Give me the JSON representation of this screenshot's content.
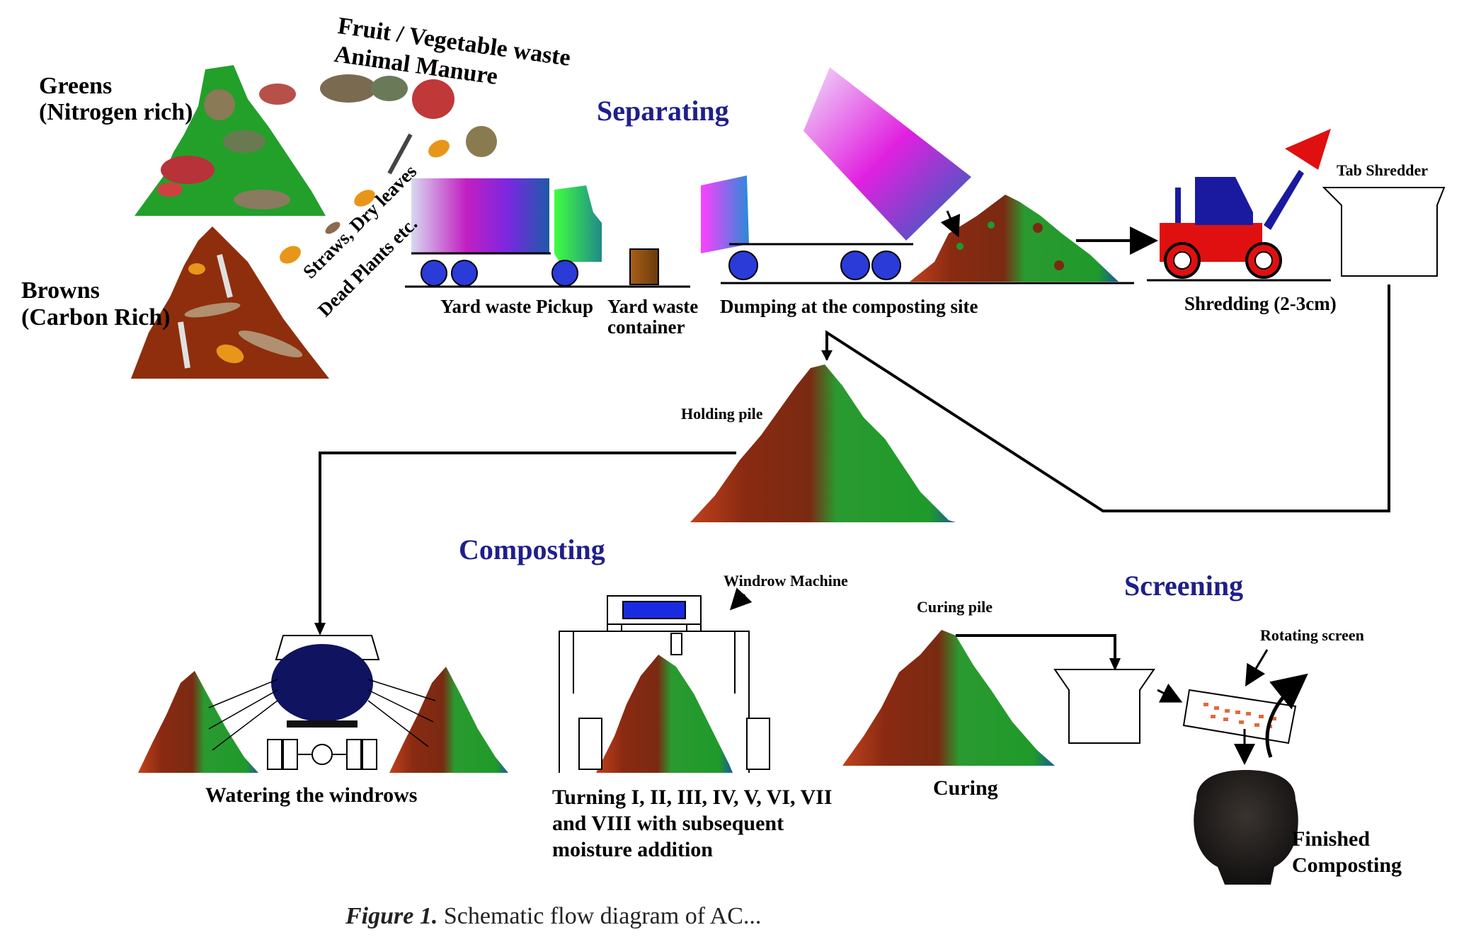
{
  "labels": {
    "greens": "Greens",
    "greens_sub": "(Nitrogen rich)",
    "fruit": "Fruit / Vegetable waste",
    "manure": "Animal Manure",
    "browns": "Browns",
    "browns_sub": "(Carbon Rich)",
    "straws": "Straws, Dry leaves",
    "dead_plants": "Dead Plants etc.",
    "separating": "Separating",
    "yard_pickup": "Yard waste Pickup",
    "yard_container_1": "Yard waste",
    "yard_container_2": "container",
    "dumping": "Dumping at the composting site",
    "tab_shredder": "Tab Shredder",
    "shredding": "Shredding (2-3cm)",
    "holding_pile": "Holding pile",
    "composting": "Composting",
    "windrow_machine": "Windrow Machine",
    "screening": "Screening",
    "curing_pile": "Curing pile",
    "rotating_screen": "Rotating screen",
    "watering": "Watering the windrows",
    "turning_1": "Turning I, II, III, IV, V, VI, VII",
    "turning_2": "and VIII  with subsequent",
    "turning_3": "moisture addition",
    "curing": "Curing",
    "finished_1": "Finished",
    "finished_2": "Composting",
    "caption_bold": "Figure 1.",
    "caption_text": " Schematic flow diagram of AC..."
  },
  "colors": {
    "heading": "#1f1f8c",
    "brown": "#7a2a12",
    "green": "#1f9a2a",
    "truck_blue": "#2a3bd8",
    "tractor_red": "#e01010",
    "screen_dots": "#e26a3a",
    "tank_navy": "#0f1360"
  }
}
